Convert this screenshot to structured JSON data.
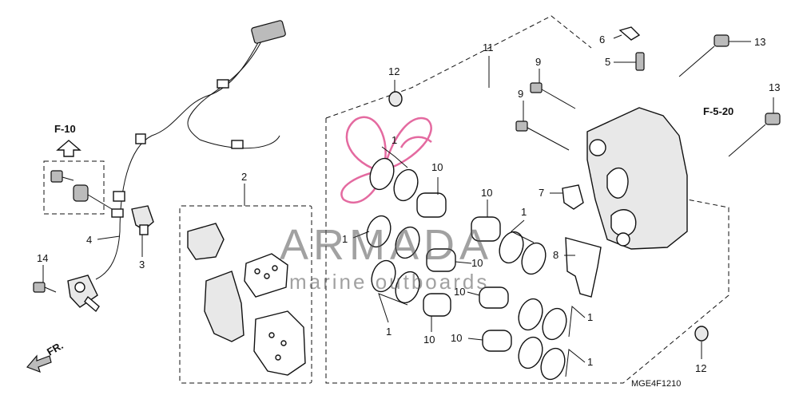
{
  "watermark": {
    "brand": "ARMADA",
    "tagline": "marine outboards"
  },
  "references": {
    "ref_left": "F-10",
    "ref_right": "F-5-20"
  },
  "direction": {
    "label": "FR."
  },
  "diagram_code": "MGE4F1210",
  "callouts": {
    "c1a": "1",
    "c1b": "1",
    "c1c": "1",
    "c1d": "1",
    "c1e": "1",
    "c1f": "1",
    "c2": "2",
    "c3": "3",
    "c4": "4",
    "c5": "5",
    "c6": "6",
    "c7": "7",
    "c8": "8",
    "c9a": "9",
    "c9b": "9",
    "c10a": "10",
    "c10b": "10",
    "c10c": "10",
    "c10d": "10",
    "c10e": "10",
    "c10f": "10",
    "c11": "11",
    "c12a": "12",
    "c12b": "12",
    "c13a": "13",
    "c13b": "13",
    "c14": "14"
  },
  "colors": {
    "logo_pink": "#e46aa0",
    "line": "#111111"
  }
}
